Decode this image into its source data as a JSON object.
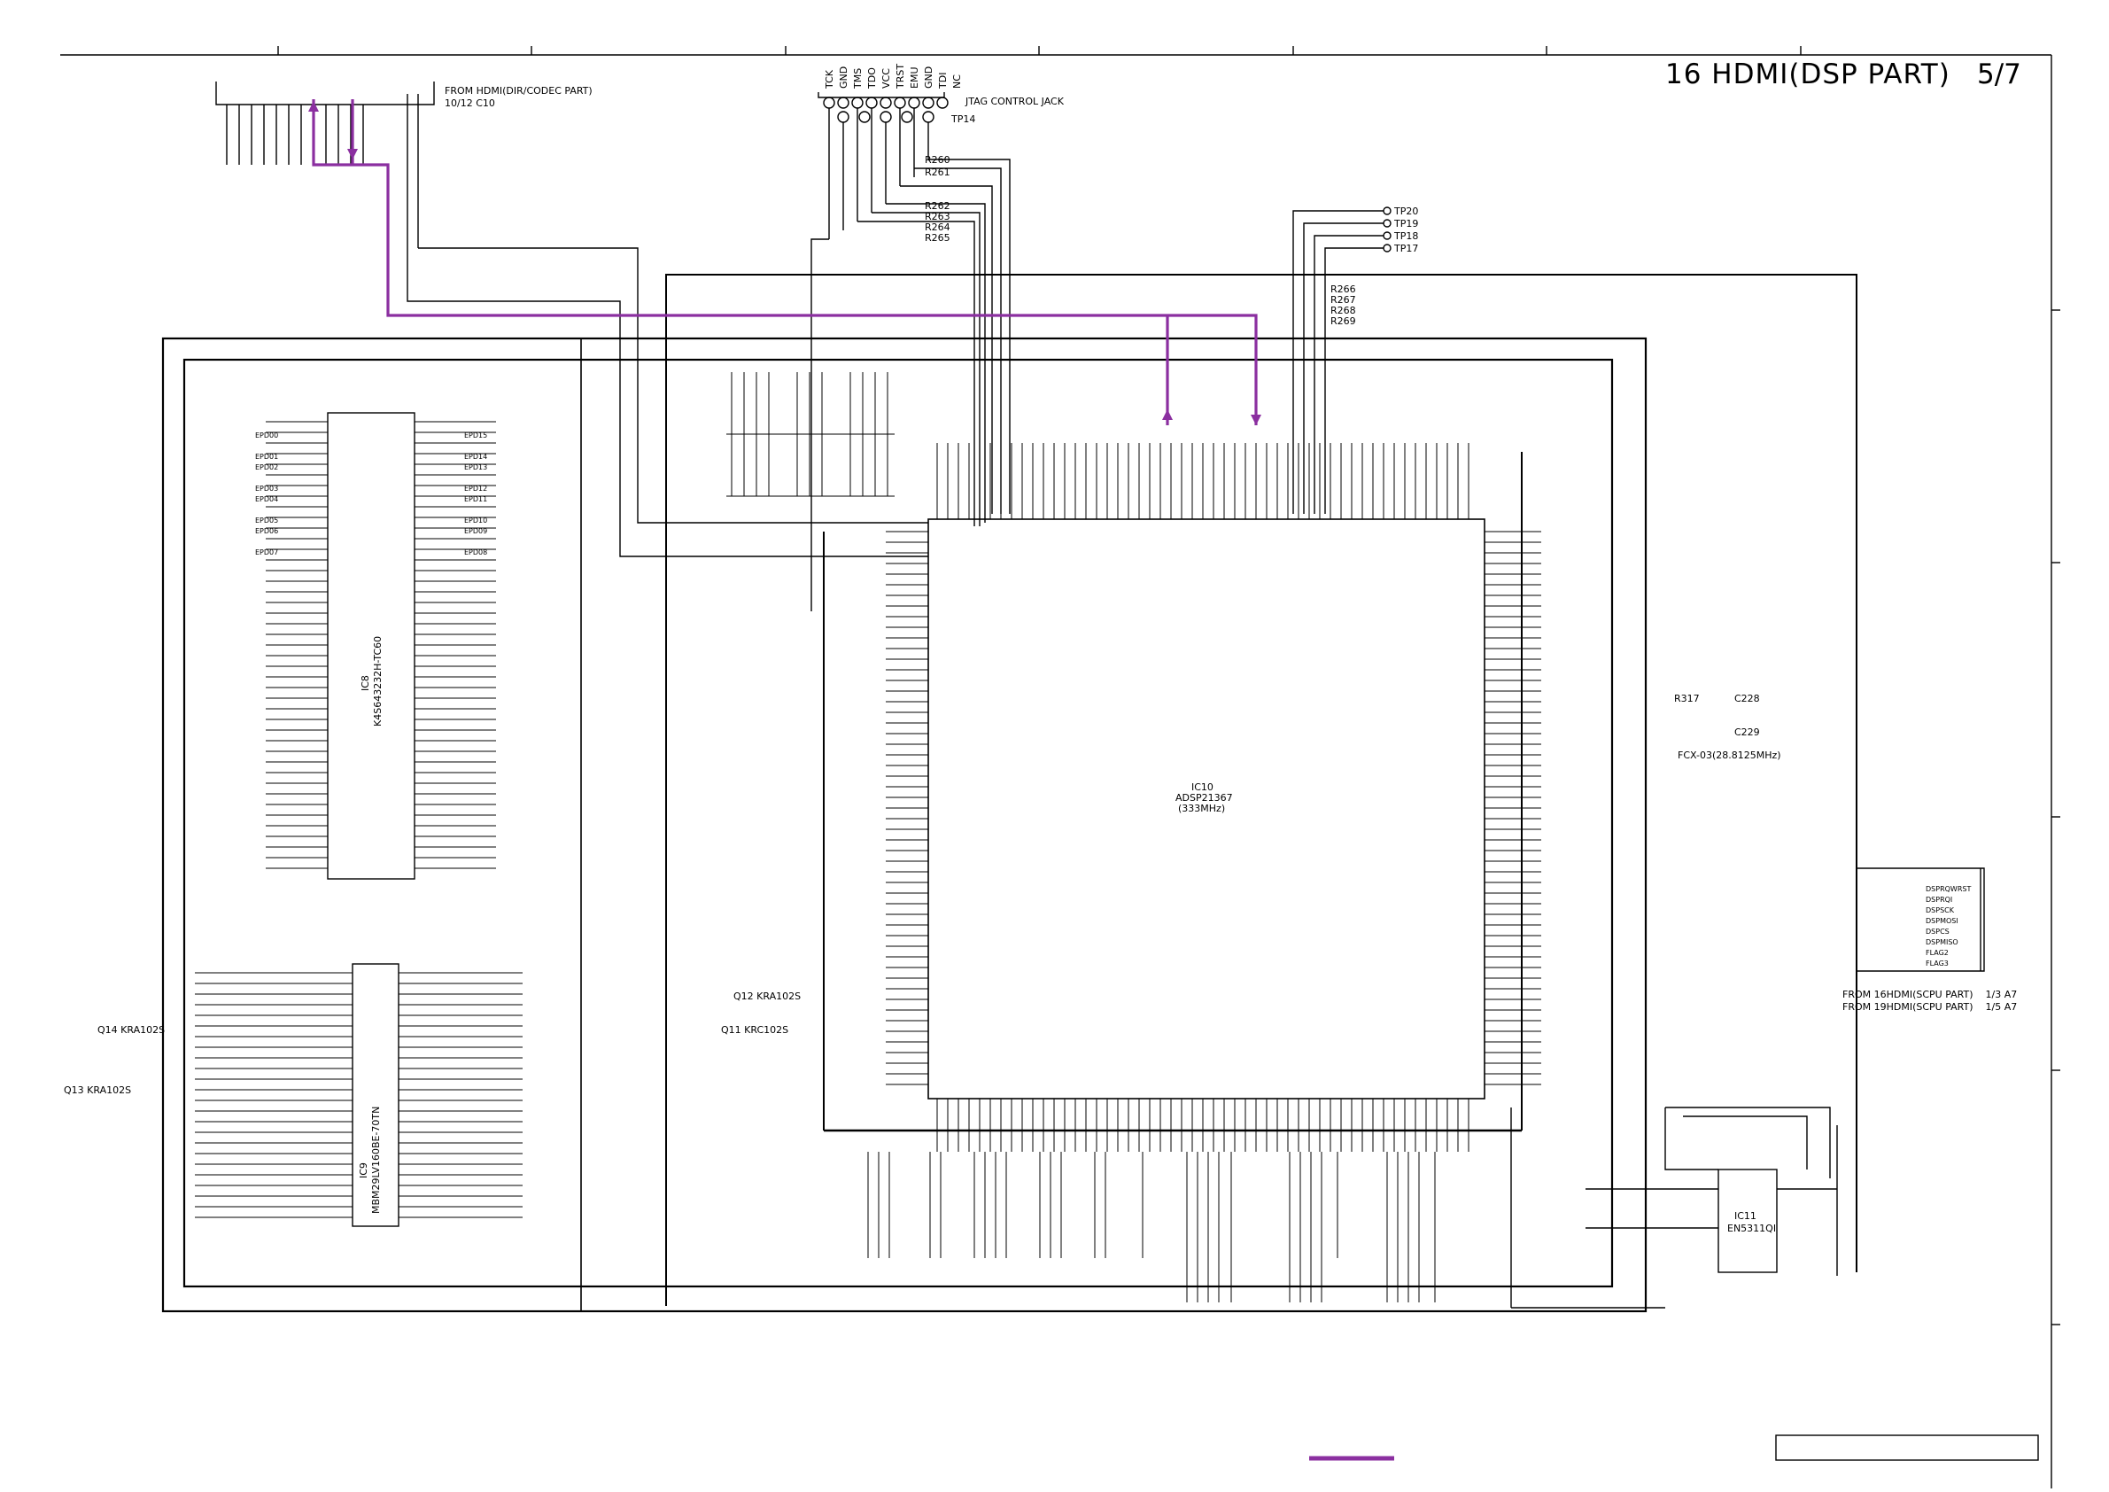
{
  "title": "16 HDMI(DSP PART)",
  "page": "5/7",
  "notes": {
    "from_dir": "FROM HDMI(DIR/CODEC PART)",
    "from_dir_ref": "10/12 C10",
    "jtag": "JTAG CONTROL JACK",
    "tp14": "TP14",
    "from_scpu_1": "FROM 16HDMI(SCPU PART)    1/3 A7",
    "from_scpu_2": "FROM 19HDMI(SCPU PART)    1/5 A7"
  },
  "ics": {
    "dsp": {
      "ref": "IC10",
      "part": "ADSP21367",
      "spec": "(333MHz)"
    },
    "sdram": {
      "ref": "IC8",
      "part": "K4S643232H-TC60"
    },
    "flash": {
      "ref": "IC9",
      "part": "MBM29LV160BE-70TN"
    },
    "regulator": {
      "ref": "IC11",
      "part": "EN5311QI"
    }
  },
  "jtag_pins": [
    "TCK",
    "GND",
    "TMS",
    "TDO",
    "VCC",
    "TRST",
    "EMU",
    "GND",
    "TDI",
    "NC"
  ],
  "testpoints": [
    "TP20",
    "TP19",
    "TP18",
    "TP17"
  ],
  "crystal": {
    "label": "FCX-03(28.8125MHz)",
    "r": "R317",
    "c1": "C228",
    "c2": "C229"
  },
  "resistors_top": [
    "R266",
    "R267",
    "R268",
    "R269",
    "R260",
    "R261",
    "R262",
    "R263",
    "R264",
    "R265"
  ],
  "transistors": [
    "Q11 KRC102S",
    "Q12 KRA102S",
    "Q13 KRA102S",
    "Q14 KRA102S"
  ],
  "left_nets": [
    "EPD00",
    "EPD01",
    "EPD02",
    "EPD03",
    "EPD04",
    "EPD05",
    "EPD06",
    "EPD07",
    "EPD08",
    "EPD09",
    "EPD10",
    "EPD11",
    "EPD12",
    "EPD13",
    "EPD14",
    "EPD15"
  ],
  "right_nets": [
    "DSPRQWRST",
    "DSPRQI",
    "DSPSCK",
    "DSPMOSI",
    "DSPCS",
    "DSPMISO",
    "FLAG2",
    "FLAG3"
  ],
  "colors": {
    "line": "#000000",
    "highlight": "#8b2fa0"
  }
}
